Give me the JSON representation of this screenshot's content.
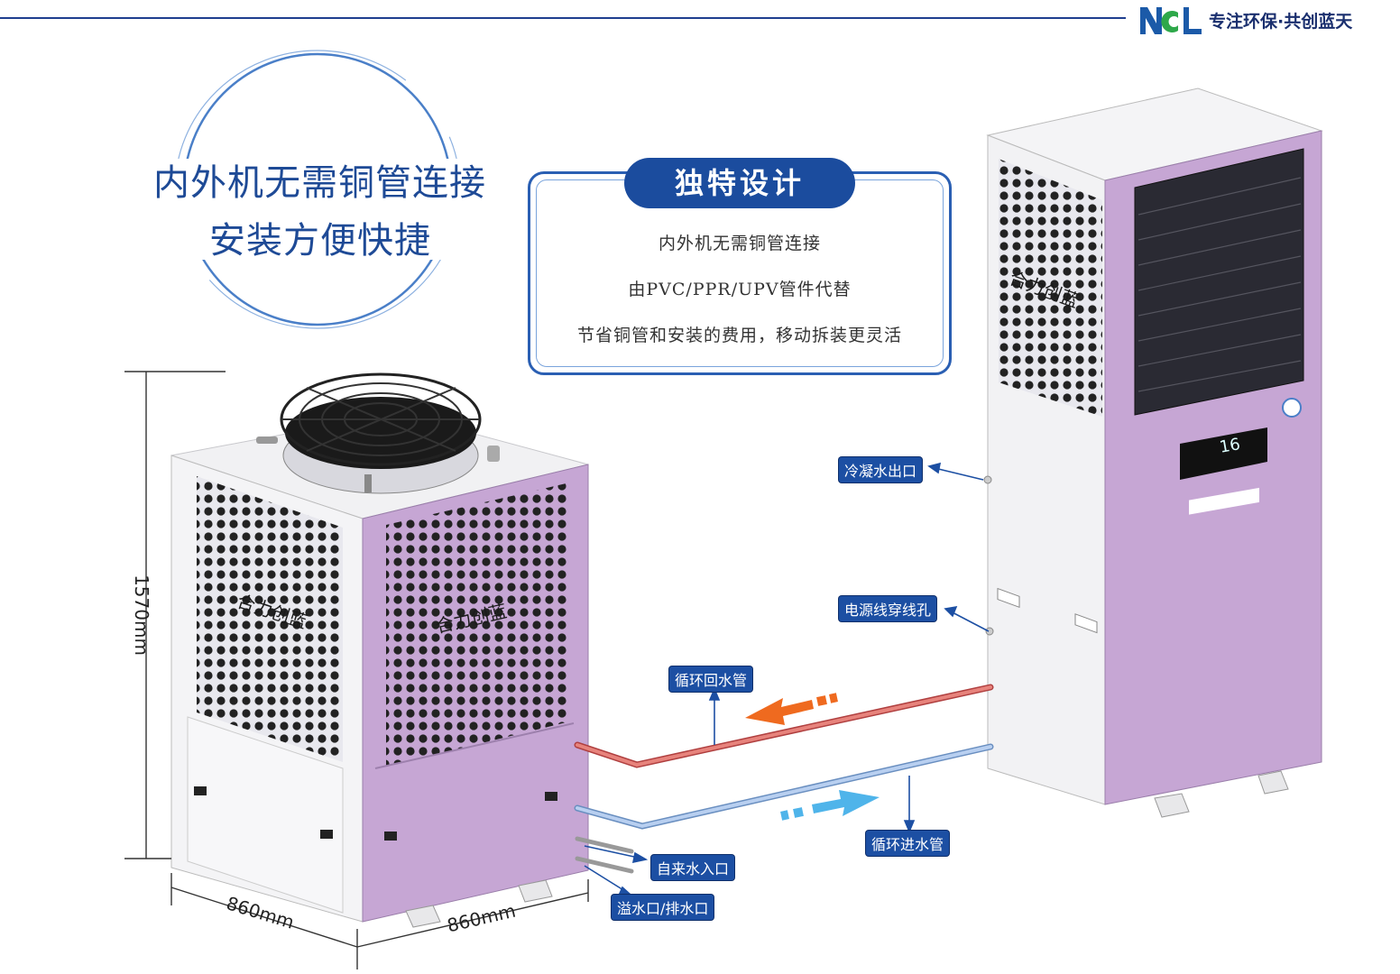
{
  "header": {
    "logo_text": "NCL",
    "slogan": "专注环保·共创蓝天"
  },
  "headline": {
    "line1": "内外机无需铜管连接",
    "line2": "安装方便快捷"
  },
  "feature": {
    "title": "独特设计",
    "lines": [
      "内外机无需铜管连接",
      "由PVC/PPR/UPV管件代替",
      "节省铜管和安装的费用，移动拆装更灵活"
    ]
  },
  "callouts": {
    "condensate_outlet": "冷凝水出口",
    "cable_hole": "电源线穿线孔",
    "return_pipe": "循环回水管",
    "inlet_pipe": "循环进水管",
    "tap_inlet": "自来水入口",
    "overflow_drain": "溢水口/排水口"
  },
  "dimensions": {
    "height": "1570mm",
    "depth": "860mm",
    "width": "860mm"
  },
  "brand": {
    "name": "合力创蓝"
  },
  "display": {
    "reading": "16"
  },
  "colors": {
    "accent": "#1b4c9e",
    "unit_panel": "#c9a9d6",
    "hot_pipe": "#d9534f",
    "cold_pipe": "#8fb4de",
    "arrow_hot": "#ef6a1f",
    "arrow_cold": "#4fb4ea"
  }
}
